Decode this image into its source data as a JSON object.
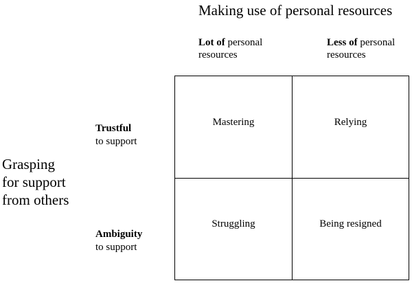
{
  "top_heading": "Making use of personal resources",
  "columns": [
    {
      "bold": "Lot of",
      "rest": " personal",
      "line2": "resources"
    },
    {
      "bold": "Less of",
      "rest": " personal",
      "line2": "resources"
    }
  ],
  "rows": [
    {
      "bold": "Trustful",
      "line2": "to support"
    },
    {
      "bold": "Ambiguity",
      "line2": "to support"
    }
  ],
  "side_heading": {
    "line1": "Grasping",
    "line2": "for support",
    "line3": "from others"
  },
  "cells": {
    "top_left": "Mastering",
    "top_right": "Relying",
    "bottom_left": "Struggling",
    "bottom_right": "Being resigned"
  }
}
